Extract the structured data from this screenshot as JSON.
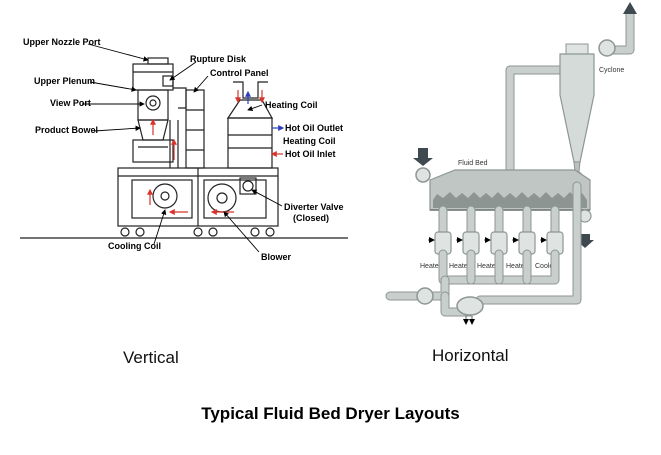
{
  "vertical": {
    "caption": "Vertical",
    "labels": {
      "upper_nozzle_port": "Upper Nozzle Port",
      "rupture_disk": "Rupture Disk",
      "control_panel": "Control Panel",
      "upper_plenum": "Upper Plenum",
      "view_port": "View Port",
      "product_bowel": "Product Bowel",
      "heating_coil_top": "Heating Coil",
      "hot_oil_outlet": "Hot Oil Outlet",
      "heating_coil_mid": "Heating Coil",
      "hot_oil_inlet": "Hot Oil Inlet",
      "diverter_valve": "Diverter Valve",
      "diverter_valve_state": "(Closed)",
      "cooling_coil": "Cooling Coil",
      "blower": "Blower"
    }
  },
  "horizontal": {
    "caption": "Horizontal",
    "labels": {
      "cyclone": "Cyclone",
      "fluid_bed": "Fluid Bed",
      "units": [
        "Heater",
        "Heater",
        "Heater",
        "Heater",
        "Cooler"
      ]
    }
  },
  "title": "Typical Fluid Bed Dryer Layouts",
  "colors": {
    "arrow_red": "#d9342b",
    "arrow_blue": "#2b3fbf",
    "pipe_fill": "#c8cfcd",
    "bed_fill": "#a9b1af",
    "dark_arrow": "#3f4a50"
  }
}
